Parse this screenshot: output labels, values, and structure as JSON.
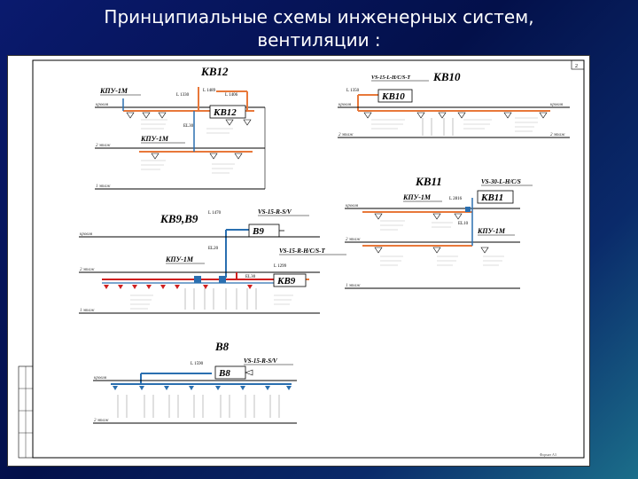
{
  "slide": {
    "title_line1": "Принципиальные схемы инженерных систем,",
    "title_line2": "вентиляции :"
  },
  "colors": {
    "duct": "#e8783a",
    "duct_blue": "#2a6fb0",
    "frame": "#000000",
    "red": "#d02020"
  },
  "drawing": {
    "corner": "2",
    "stamp": "Формат А3",
    "kv12": {
      "title": "КВ12",
      "unit": "КВ12",
      "ktu1": "КПУ-1М",
      "ktu2": "КПУ-1М",
      "l1": "L 1330",
      "l2": "L 1489",
      "l3": "L 1406",
      "valve": "ЕL30",
      "roof": "кровля",
      "floor2": "2 этаж",
      "floor1": "1 этаж"
    },
    "kv10": {
      "title": "КВ10",
      "unit": "КВ10",
      "model": "VS-15-L-H/C/S-T",
      "l1": "L 1350",
      "roof": "кровля",
      "floor2": "2 этаж"
    },
    "kv11": {
      "title": "КВ11",
      "unit": "КВ11",
      "model": "VS-30-L-H/C/S",
      "ktu1": "КПУ-1М",
      "ktu2": "КПУ-1М",
      "l1": "L 2816",
      "valve": "ЕL10",
      "roof": "кровля",
      "floor2": "2 этаж",
      "floor1": "1 этаж"
    },
    "kv9": {
      "title": "КВ9,В9",
      "unit": "В9",
      "unit2": "КВ9",
      "model1": "VS-15-R-S/V",
      "model2": "VS-15-R-H/C/S-T",
      "ktu": "КПУ-1М",
      "l1": "L 1470",
      "l2": "L 1299",
      "valve1": "ЕL20",
      "valve2": "ЕL30",
      "roof": "кровля",
      "floor2": "2 этаж",
      "floor1": "1 этаж"
    },
    "b8": {
      "title": "В8",
      "unit": "В8",
      "model": "VS-15-R-S/V",
      "l1": "L 1590",
      "roof": "кровля",
      "floor2": "2 этаж"
    }
  }
}
